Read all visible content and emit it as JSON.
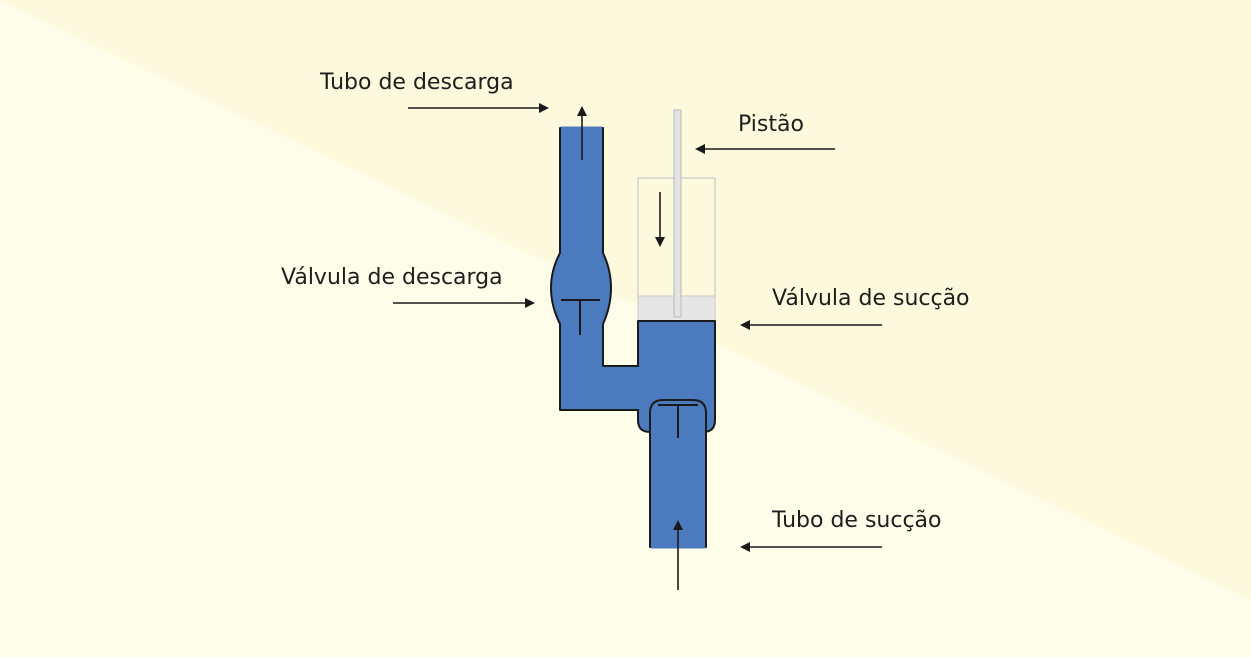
{
  "diagram": {
    "labels": {
      "tubo_descarga": "Tubo de descarga",
      "pistao": "Pistão",
      "valvula_descarga": "Válvula de descarga",
      "valvula_succao": "Válvula de sucção",
      "tubo_succao": "Tubo de sucção"
    },
    "colors": {
      "background_light": "#fefde9",
      "background_band": "#fcfadf",
      "water": "#4b7bbe",
      "outline": "#1a1a1a",
      "piston_rod": "#e3e3e3",
      "piston_head": "#e6e6e6",
      "cylinder_outline": "#c8c8c8"
    }
  }
}
